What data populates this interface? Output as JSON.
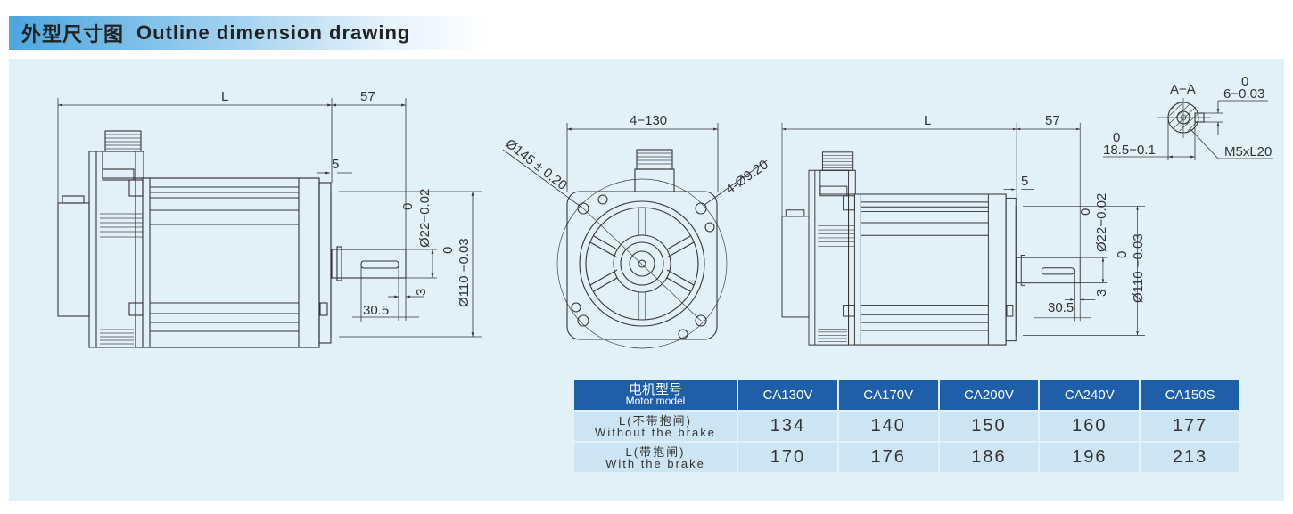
{
  "title": {
    "cn": "外型尺寸图",
    "en": "Outline dimension drawing"
  },
  "side_view": {
    "length": "L",
    "shaft_length": "57",
    "flange": "5",
    "shaft_dia_tol_upper": "0",
    "shaft_dia": "Ø22−0.02",
    "spigot_tol_upper": "0",
    "spigot_dia": "Ø110 −0.03",
    "key_depth": "3",
    "key_length": "30.5"
  },
  "front_view": {
    "square": "4−130",
    "pcd": "Ø145 ± 0.20",
    "holes": "4-Ø9.20"
  },
  "section": {
    "label": "A−A",
    "key_tol_upper": "0",
    "key_width": "6−0.03",
    "height_tol_upper": "0",
    "height": "18.5−0.1",
    "thread": "M5xL20"
  },
  "table": {
    "header": {
      "cn": "电机型号",
      "en": "Motor model"
    },
    "models": [
      "CA130V",
      "CA170V",
      "CA200V",
      "CA240V",
      "CA150S"
    ],
    "rows": [
      {
        "cn": "L(不带抱闸)",
        "en": "Without the brake",
        "values": [
          "134",
          "140",
          "150",
          "160",
          "177"
        ]
      },
      {
        "cn": "L(带抱闸)",
        "en": "With the brake",
        "values": [
          "170",
          "176",
          "186",
          "196",
          "213"
        ]
      }
    ]
  },
  "colors": {
    "panel": "#e2f0f7",
    "table_header": "#1f5ea8",
    "table_cell": "#cde4f2"
  }
}
